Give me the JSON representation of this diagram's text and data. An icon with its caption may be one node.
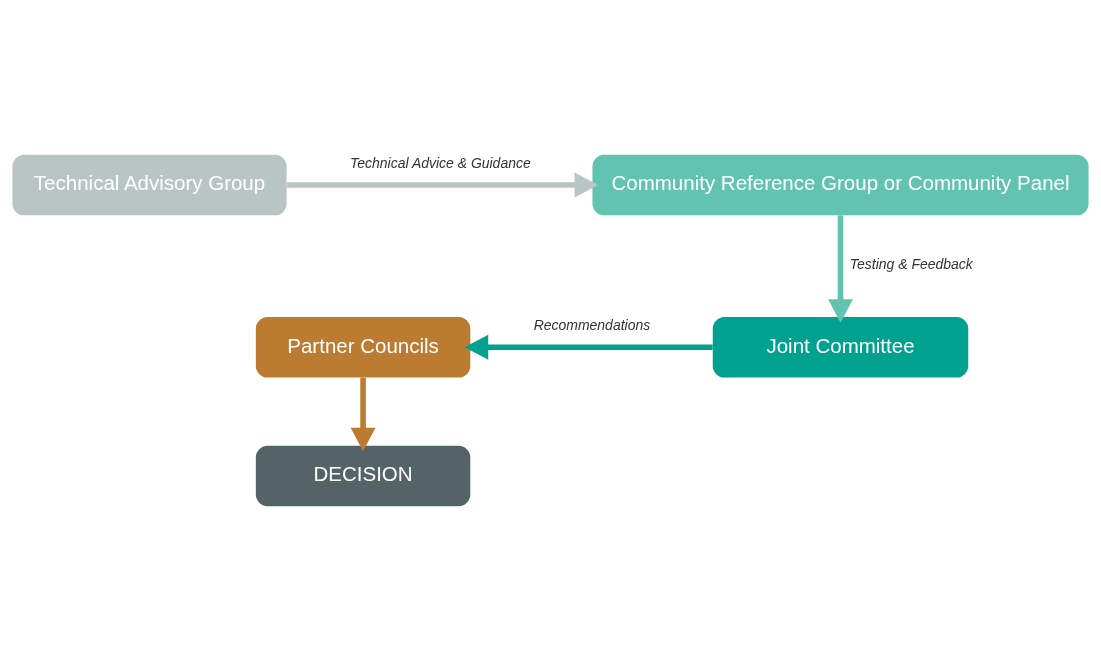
{
  "diagram": {
    "nodes": [
      {
        "text": [
          "Technical Advisory Group"
        ]
      },
      {
        "text": [
          "Community Reference Group or Community Panel"
        ]
      },
      {
        "text": [
          "Partner Councils"
        ]
      },
      {
        "text": [
          "Joint Committee"
        ]
      },
      {
        "text": [
          "DECISION"
        ]
      }
    ],
    "edges": [
      {
        "from": 0,
        "to": 1,
        "arrow": "to",
        "label": "Technical Advice & Guidance",
        "color": "#b9c4c4"
      },
      {
        "from": 1,
        "to": 3,
        "arrow": "to",
        "label": "Testing & Feedback",
        "color": "#62c4b0"
      },
      {
        "from": 3,
        "to": 2,
        "arrow": "to",
        "label": "Recommendations",
        "color": "#00a28f"
      },
      {
        "from": 2,
        "to": 4,
        "arrow": "to",
        "color": "#bb7c31"
      }
    ]
  }
}
